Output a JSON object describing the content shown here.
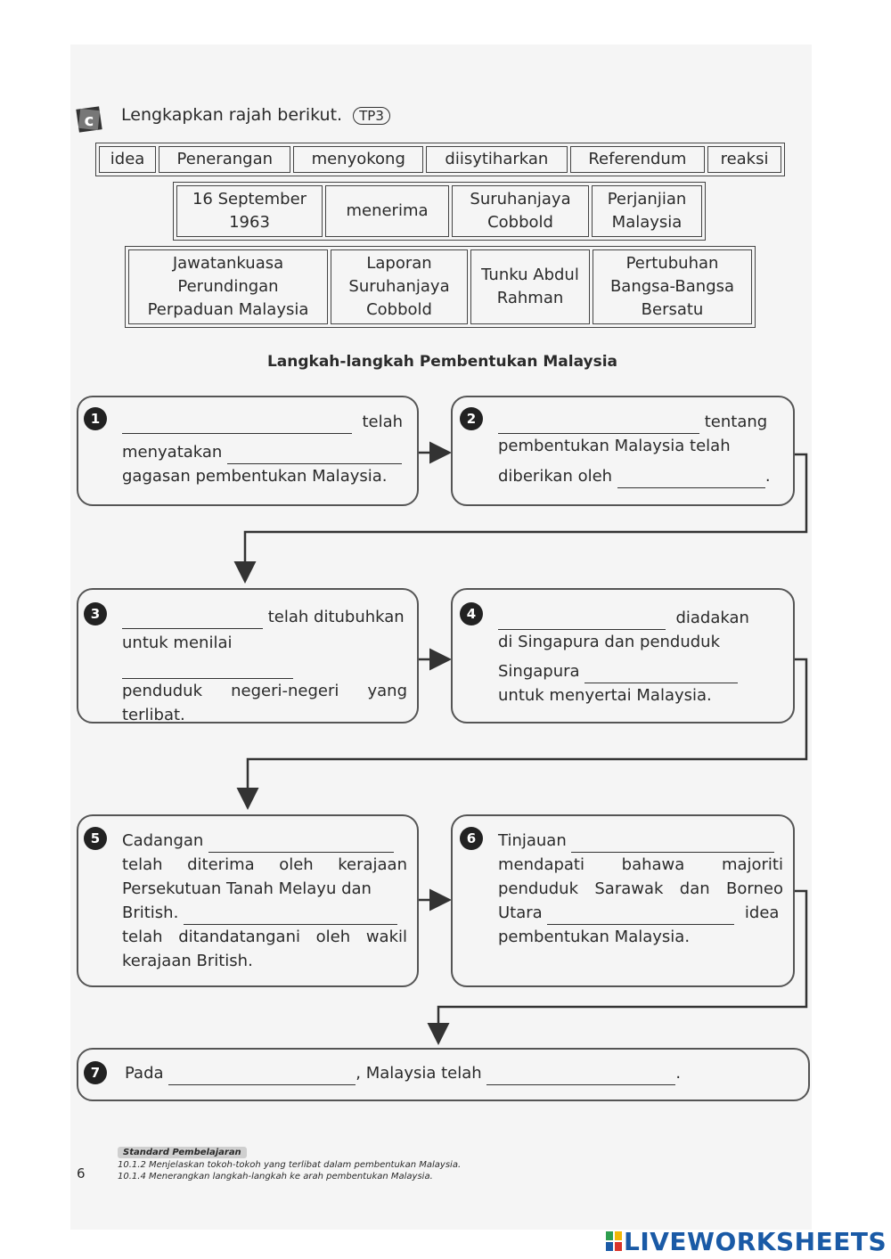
{
  "section": {
    "letter": "c",
    "instruction": "Lengkapkan rajah berikut.",
    "level": "TP3"
  },
  "word_bank": {
    "row1": [
      "idea",
      "Penerangan",
      "menyokong",
      "diisytiharkan",
      "Referendum",
      "reaksi"
    ],
    "row2": [
      "16 September 1963",
      "menerima",
      "Suruhanjaya Cobbold",
      "Perjanjian Malaysia"
    ],
    "row3": [
      "Jawatankuasa Perundingan Perpaduan Malaysia",
      "Laporan Suruhanjaya Cobbold",
      "Tunku Abdul Rahman",
      "Pertubuhan Bangsa-Bangsa Bersatu"
    ]
  },
  "diagram_title": "Langkah-langkah Pembentukan Malaysia",
  "steps": {
    "s1": {
      "num": "1",
      "a": "telah",
      "b": "menyatakan",
      "c": "gagasan pembentukan Malaysia."
    },
    "s2": {
      "num": "2",
      "a": "tentang",
      "b": "pembentukan Malaysia telah",
      "c": "diberikan oleh",
      "d": "."
    },
    "s3": {
      "num": "3",
      "a": "telah ditubuhkan",
      "b": "untuk menilai",
      "c": "penduduk negeri-negeri yang",
      "d": "terlibat."
    },
    "s4": {
      "num": "4",
      "a": "diadakan",
      "b": "di Singapura dan penduduk",
      "c": "Singapura",
      "d": "untuk menyertai Malaysia."
    },
    "s5": {
      "num": "5",
      "a": "Cadangan",
      "b": "telah diterima oleh kerajaan",
      "c": "Persekutuan Tanah Melayu dan",
      "d": "British.",
      "e": "telah ditandatangani oleh wakil",
      "f": "kerajaan British."
    },
    "s6": {
      "num": "6",
      "a": "Tinjauan",
      "b": "mendapati bahawa majoriti",
      "c": "penduduk Sarawak dan Borneo",
      "d": "Utara",
      "e": "idea",
      "f": "pembentukan Malaysia."
    },
    "s7": {
      "num": "7",
      "a": "Pada",
      "b": ", Malaysia telah",
      "c": "."
    }
  },
  "standard": {
    "heading": "Standard Pembelajaran",
    "line1": "10.1.2 Menjelaskan tokoh-tokoh yang terlibat dalam pembentukan Malaysia.",
    "line2": "10.1.4 Menerangkan langkah-langkah ke arah pembentukan Malaysia."
  },
  "page_number": "6",
  "logo": "LIVEWORKSHEETS"
}
